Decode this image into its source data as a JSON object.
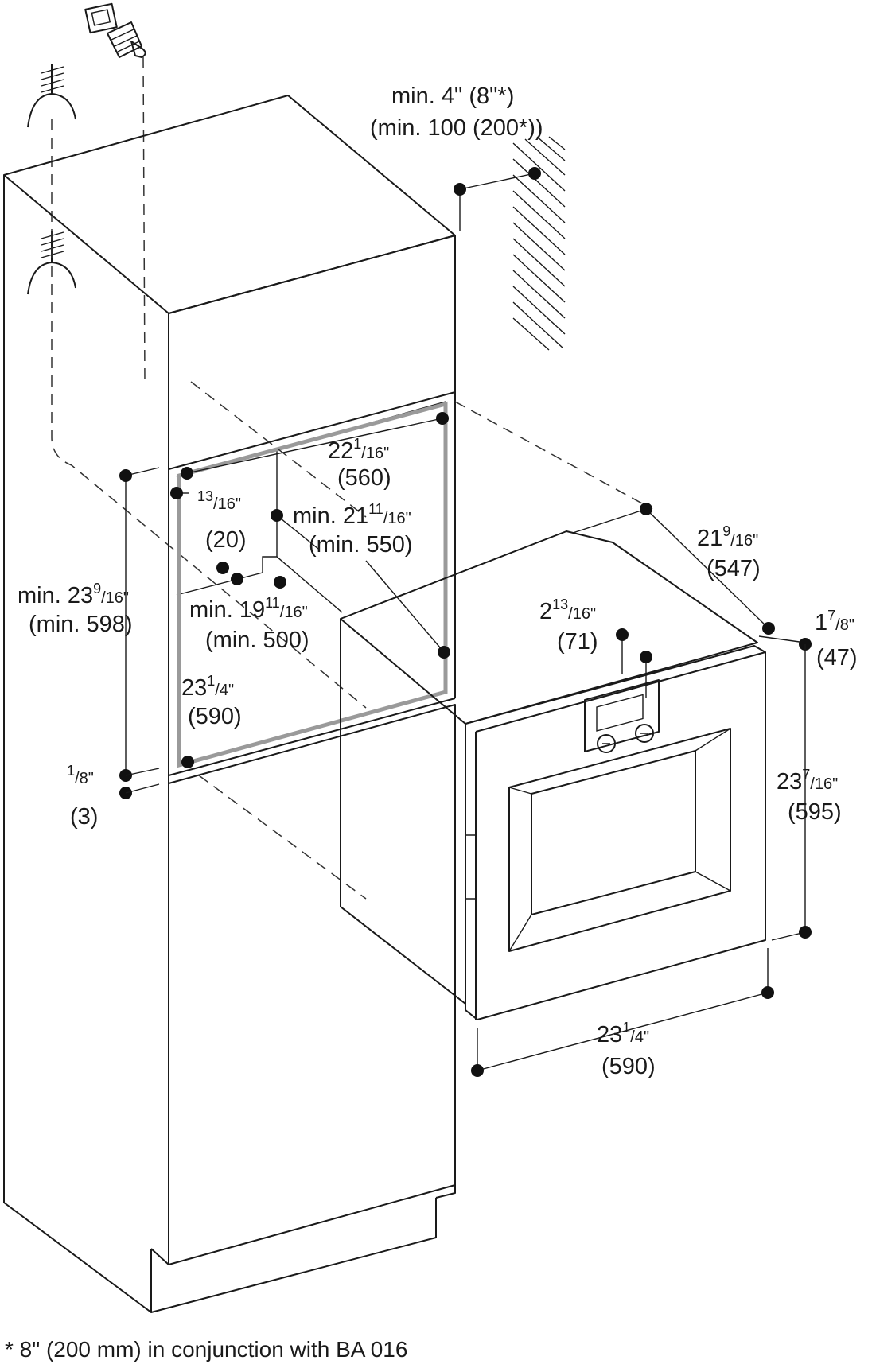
{
  "dimensions": {
    "top_clearance": {
      "line1": "min. 4\" (8\"*)",
      "line2": "(min. 100 (200*))"
    },
    "niche_width": {
      "whole": "22",
      "num": "1",
      "den": "/16\"",
      "metric": "(560)"
    },
    "front_setback": {
      "num": "13",
      "den": "/16\"",
      "metric": "(20)"
    },
    "niche_depth": {
      "whole": "min. 21",
      "num": "11",
      "den": "/16\"",
      "metric": "(min. 550)"
    },
    "niche_height": {
      "whole": "min. 23",
      "num": "9",
      "den": "/16\"",
      "metric": "(min. 598)"
    },
    "floor_depth": {
      "whole": "min. 19",
      "num": "11",
      "den": "/16\"",
      "metric": "(min. 500)"
    },
    "niche_inner_height": {
      "whole": "23",
      "num": "1",
      "den": "/4\"",
      "metric": "(590)"
    },
    "gap": {
      "num": "1",
      "den": "/8\"",
      "metric": "(3)"
    },
    "oven_depth": {
      "whole": "21",
      "num": "9",
      "den": "/16\"",
      "metric": "(547)"
    },
    "front_panel_depth": {
      "whole": "1",
      "num": "7",
      "den": "/8\"",
      "metric": "(47)"
    },
    "control_panel_depth": {
      "whole": "2",
      "num": "13",
      "den": "/16\"",
      "metric": "(71)"
    },
    "oven_height": {
      "whole": "23",
      "num": "7",
      "den": "/16\"",
      "metric": "(595)"
    },
    "oven_width": {
      "whole": "23",
      "num": "1",
      "den": "/4\"",
      "metric": "(590)"
    }
  },
  "footnote": "* 8\" (200 mm) in conjunction with BA 016",
  "icons": [
    "network-socket-icon",
    "ethernet-plug-icon",
    "antenna-icon",
    "wall-hatch-icon"
  ],
  "colors": {
    "line": "#1a1a1a",
    "frame": "#9a9a9a",
    "background": "#ffffff"
  }
}
